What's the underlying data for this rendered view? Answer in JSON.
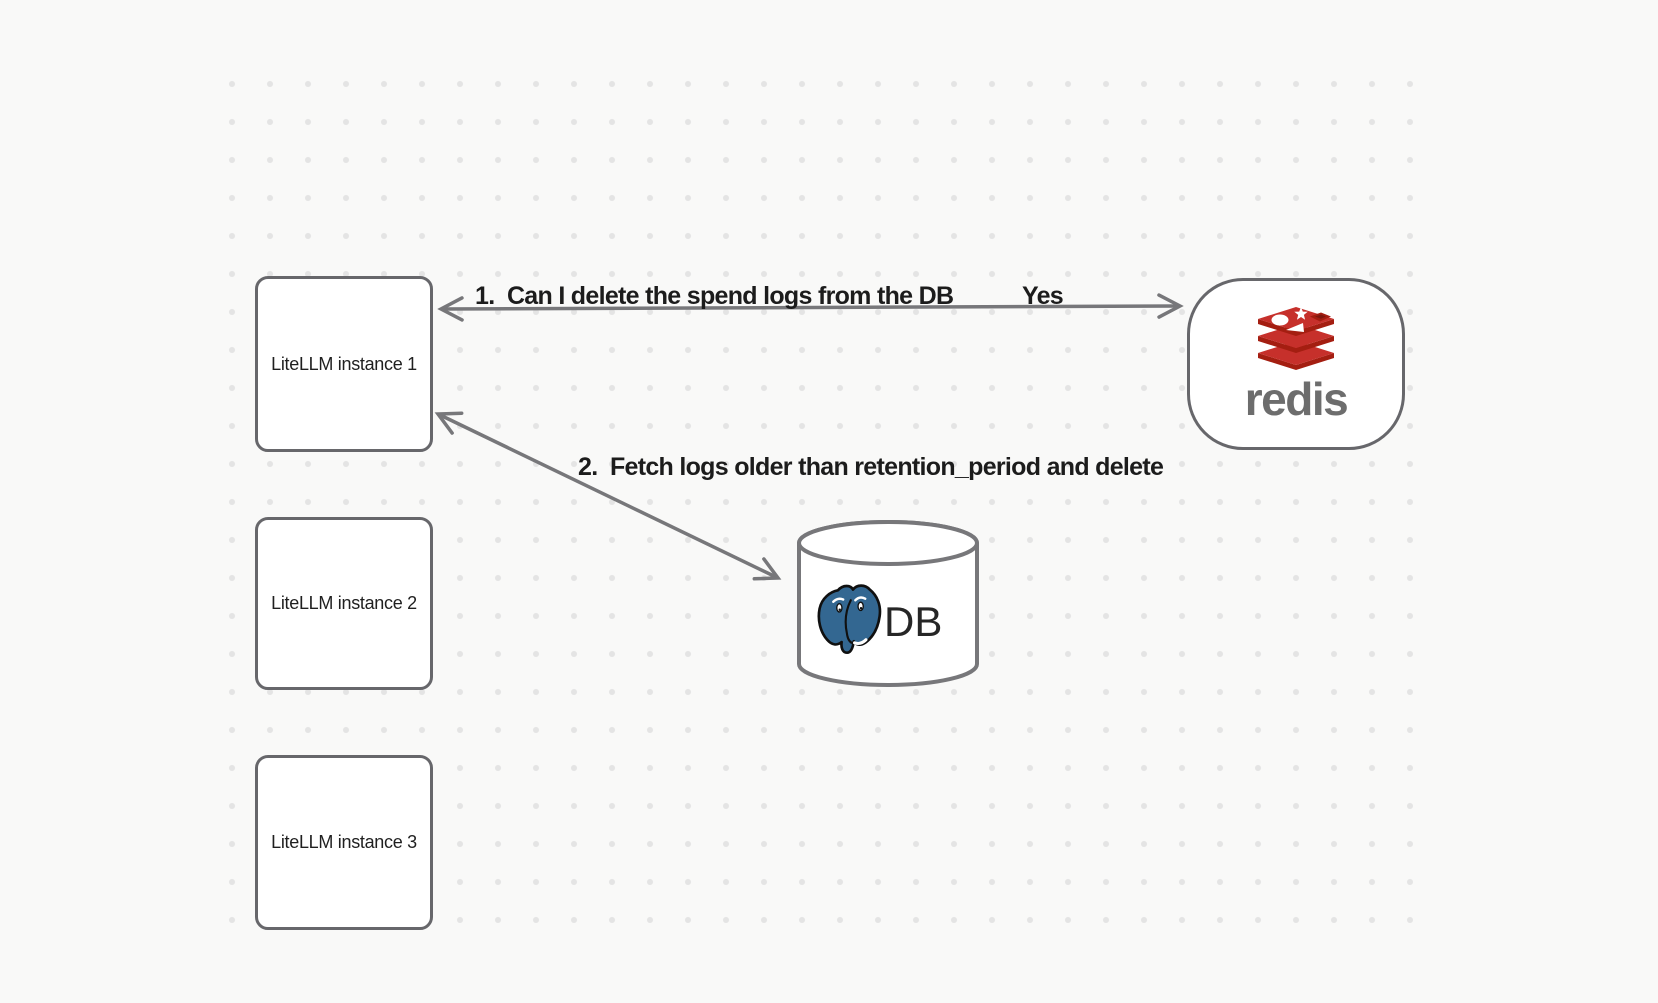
{
  "diagram": {
    "background_color": "#f9f9f8",
    "dot_color": "#e4e4e4",
    "shape_stroke_color": "#67676b",
    "arrow_color": "#77777a",
    "label_text_color": "#1c1c1c",
    "nodes": {
      "instance1": {
        "label": "LiteLLM instance 1"
      },
      "instance2": {
        "label": "LiteLLM instance 2"
      },
      "instance3": {
        "label": "LiteLLM instance 3"
      },
      "redis": {
        "wordmark": "redis",
        "wordmark_color": "#6d6d6d",
        "logo_icon": "redis-stack-icon",
        "logo_red": "#C6302B",
        "logo_dark_red": "#A41E11"
      },
      "database": {
        "label": "DB",
        "logo_icon": "postgresql-elephant-icon",
        "elephant_blue": "#336791"
      }
    },
    "edges": {
      "edge1": {
        "label": "1.  Can I delete the spend logs from the DB",
        "reply": "Yes",
        "from": "redis",
        "to": "instance1"
      },
      "edge2": {
        "label": "2.  Fetch logs older than retention_period and delete",
        "from": "instance1",
        "to": "database"
      }
    }
  }
}
